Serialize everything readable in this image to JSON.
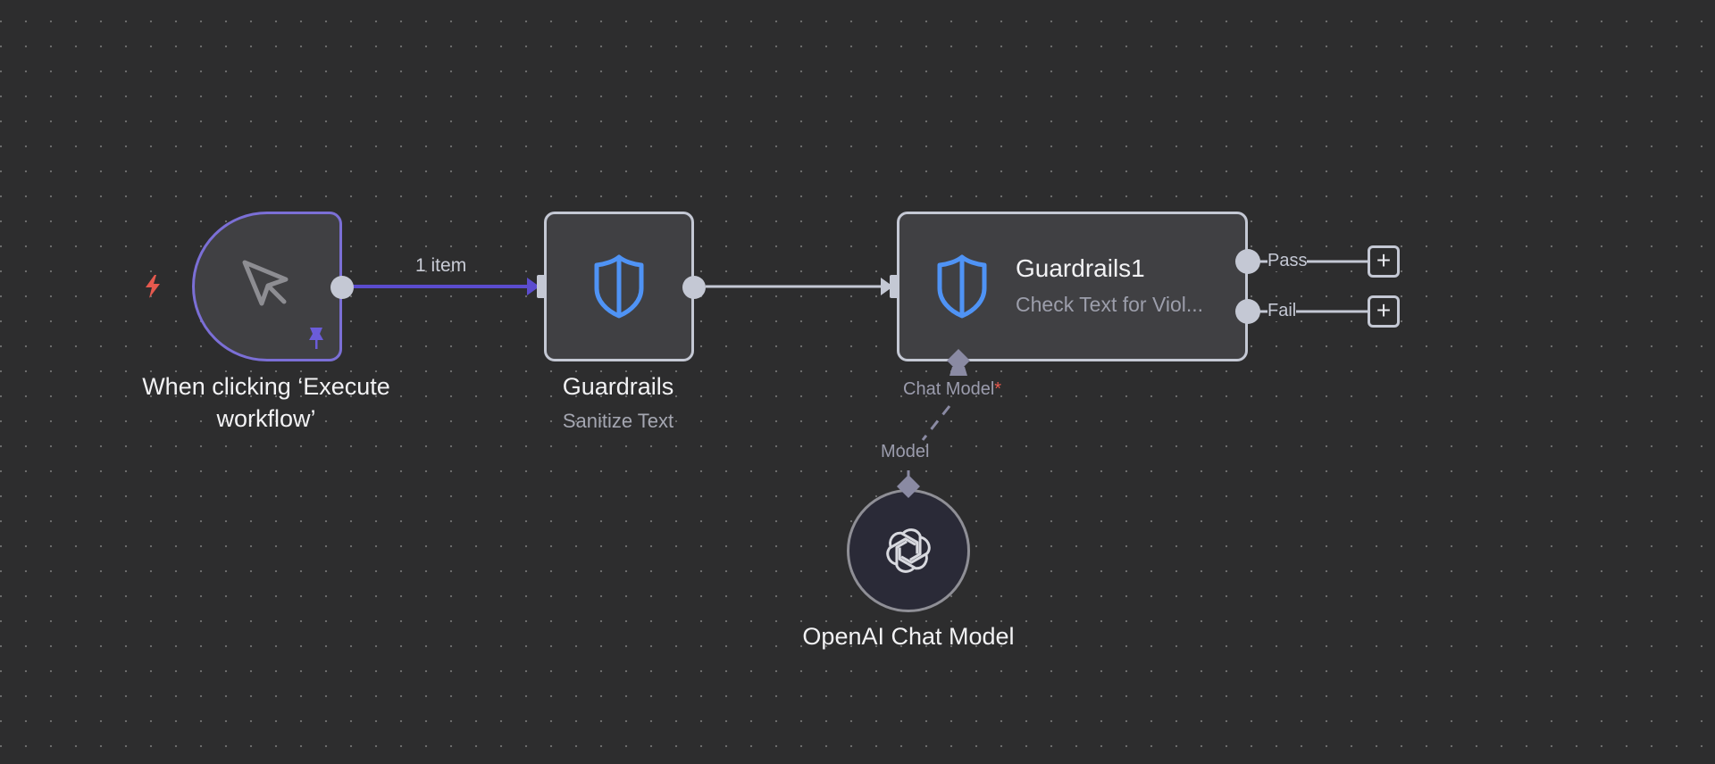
{
  "canvas": {
    "background": "#2d2d2e",
    "edge_color_active": "#5b4ccf",
    "edge_color": "#c4c8d4",
    "handle_color": "#c4c8d4",
    "ai_connector_color": "#8a8aa3"
  },
  "nodes": {
    "trigger": {
      "name": "When clicking ‘Execute workflow’",
      "name_line1": "When clicking ‘Execute",
      "name_line2": "workflow’",
      "icon": "cursor-click-icon",
      "badge_icon": "lightning-icon",
      "pinned_icon": "pin-icon",
      "border_color": "#7b6fd6"
    },
    "guardrails": {
      "name": "Guardrails",
      "subtitle": "Sanitize Text",
      "icon": "shield-icon",
      "icon_color": "#4f93f5"
    },
    "guardrails1": {
      "name": "Guardrails1",
      "subtitle": "Check Text for Viol...",
      "icon": "shield-icon",
      "outputs": [
        {
          "label": "Pass"
        },
        {
          "label": "Fail"
        }
      ],
      "sub_input": {
        "label": "Chat Model",
        "required_mark": "*"
      }
    },
    "openai": {
      "name": "OpenAI Chat Model",
      "icon": "openai-logo-icon",
      "output_label": "Model"
    }
  },
  "edges": [
    {
      "from": "trigger",
      "to": "guardrails",
      "label": "1 item"
    },
    {
      "from": "guardrails",
      "to": "guardrails1",
      "label": ""
    },
    {
      "from": "openai",
      "to": "guardrails1",
      "label": "",
      "type": "dashed"
    }
  ],
  "add_buttons": {
    "symbol": "+"
  }
}
